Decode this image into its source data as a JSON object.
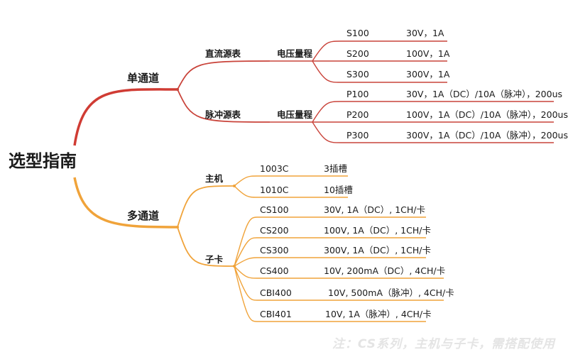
{
  "root": "选型指南",
  "colors": {
    "single": "#c9433a",
    "multi": "#f0a33a",
    "root_grad_top": "#d9382f",
    "root_grad_bottom": "#f4a23b"
  },
  "single": {
    "label": "单通道",
    "dc": {
      "label": "直流源表",
      "range": "电压量程",
      "items": [
        {
          "model": "S100",
          "spec": "30V，1A"
        },
        {
          "model": "S200",
          "spec": "100V，1A"
        },
        {
          "model": "S300",
          "spec": "300V，1A"
        }
      ]
    },
    "pulse": {
      "label": "脉冲源表",
      "range": "电压量程",
      "items": [
        {
          "model": "P100",
          "spec": "30V，1A（DC）/10A（脉冲），200us"
        },
        {
          "model": "P200",
          "spec": "100V，1A（DC）/10A（脉冲），200us"
        },
        {
          "model": "P300",
          "spec": "300V，1A（DC）/10A（脉冲），200us"
        }
      ]
    }
  },
  "multi": {
    "label": "多通道",
    "host": {
      "label": "主机",
      "items": [
        {
          "model": "1003C",
          "spec": "3插槽"
        },
        {
          "model": "1010C",
          "spec": "10插槽"
        }
      ]
    },
    "card": {
      "label": "子卡",
      "items": [
        {
          "model": "CS100",
          "spec": "30V, 1A（DC）, 1CH/卡"
        },
        {
          "model": "CS200",
          "spec": "100V, 1A（DC）, 1CH/卡"
        },
        {
          "model": "CS300",
          "spec": "300V, 1A（DC）, 1CH/卡"
        },
        {
          "model": "CS400",
          "spec": "10V, 200mA（DC）, 4CH/卡"
        },
        {
          "model": "CBI400",
          "spec": "10V, 500mA（脉冲）, 4CH/卡"
        },
        {
          "model": "CBI401",
          "spec": "10V, 1A（脉冲）, 4CH/卡"
        }
      ]
    }
  },
  "note": "注：CS系列，主机与子卡，需搭配使用"
}
